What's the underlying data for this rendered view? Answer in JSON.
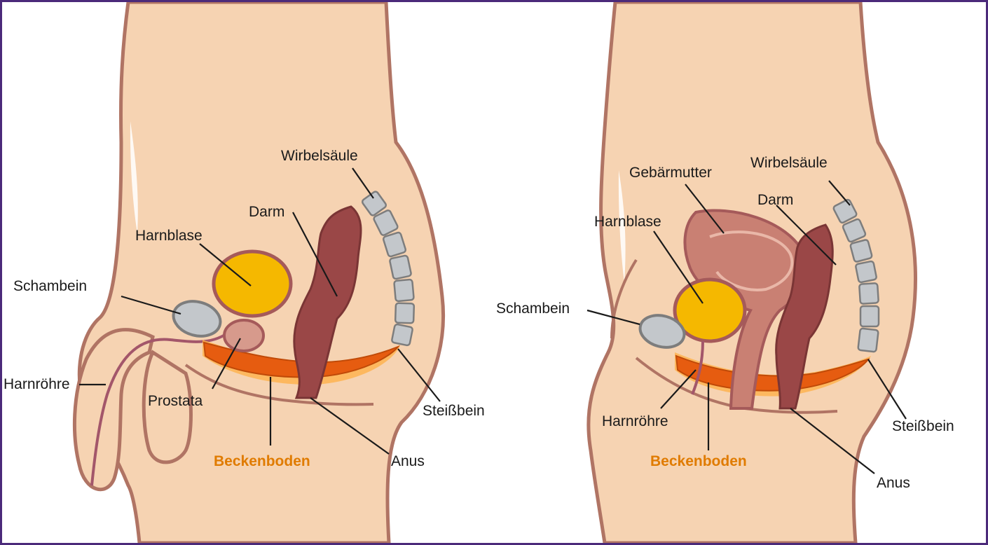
{
  "colors": {
    "frame": "#4b2a7a",
    "skin": "#f6d3b2",
    "skin_outline": "#b07464",
    "bladder": "#f5b800",
    "bladder_outline": "#a55a5a",
    "bone": "#c3c7cb",
    "bone_outline": "#7d7d7d",
    "intestine": "#9a4747",
    "pelvic_floor": "#e65c10",
    "pelvic_floor_glow": "#ffb24a",
    "uterus": "#c98073",
    "accent_label": "#e07b00"
  },
  "male": {
    "labels": {
      "wirbelsaeule": "Wirbelsäule",
      "darm": "Darm",
      "harnblase": "Harnblase",
      "schambein": "Schambein",
      "harnroehre": "Harnröhre",
      "prostata": "Prostata",
      "beckenboden": "Beckenboden",
      "anus": "Anus",
      "steissbein": "Steißbein"
    }
  },
  "female": {
    "labels": {
      "gebaermutter": "Gebärmutter",
      "wirbelsaeule": "Wirbelsäule",
      "darm": "Darm",
      "harnblase": "Harnblase",
      "schambein": "Schambein",
      "harnroehre": "Harnröhre",
      "beckenboden": "Beckenboden",
      "anus": "Anus",
      "steissbein": "Steißbein"
    }
  }
}
